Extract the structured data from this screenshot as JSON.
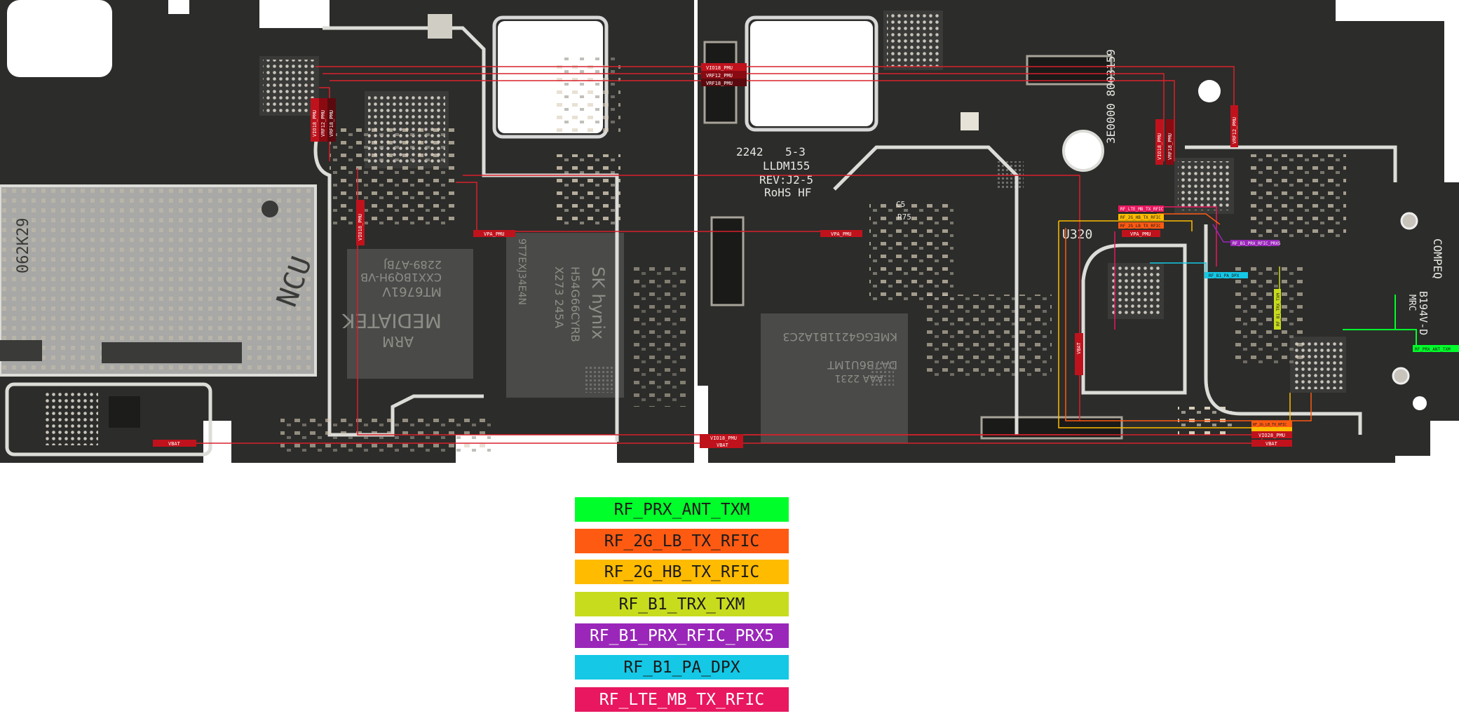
{
  "board": {
    "left_marks": {
      "code_1": "062K29",
      "code_2": "NCU",
      "cpu_brand": "MEDIATEK",
      "cpu_line1": "ARM",
      "cpu_line2": "MT6761V",
      "cpu_line3": "CXX1BQ9H-VB",
      "cpu_line4": "2289-A7BJ",
      "ram_brand": "SK hynix",
      "ram_line1": "H54G66CYRB",
      "ram_line2": "X273 245A",
      "ram_line3": "9T7EXJ34E4N"
    },
    "right_marks": {
      "board_num": "2242",
      "board_rev_num": "5-3",
      "board_name": "LLDM155",
      "board_rev": "REV:J2-5",
      "board_rohs": "RoHS HF",
      "emmc_line1": "KMEGG4211B1A2C3",
      "emmc_line2": "DA7B6U1MT",
      "emmc_line3": "AAA 2231",
      "mark_c5": "C5",
      "mark_r75": "R75",
      "mark_u320": "U320",
      "id_side": "3E0000 8003159",
      "vendor": "COMPEQ",
      "vendor_code": "B194V-D",
      "vendor_code2": "MRC"
    },
    "net_tags": {
      "vio18_pmu": "VIO18_PMU",
      "vrf12_pmu": "VRF12_PMU",
      "vrf18_pmu": "VRF18_PMU",
      "vpa_pmu": "VPA_PMU",
      "vbat": "VBAT",
      "vio28_pmu": "VIO28_PMU",
      "rf_prx_ant_txm": "RF_PRX_ANT_TXM",
      "rf_2g_lb_tx_rfic": "RF_2G_LB_TX_RFIC",
      "rf_2g_hb_tx_rfic": "RF_2G_HB_TX_RFIC",
      "rf_b1_trx_txm": "RF_B1_TRX_TXM",
      "rf_b1_prx_rfic_prx5": "RF_B1_PRX_RFIC_PRX5",
      "rf_b1_pa_dpx": "RF_B1_PA_DPX",
      "rf_lte_mb_tx_rfic": "RF_LTE_MB_TX_RFIC"
    }
  },
  "legend": [
    {
      "label": "RF_PRX_ANT_TXM",
      "color": "#00ff2a"
    },
    {
      "label": "RF_2G_LB_TX_RFIC",
      "color": "#ff5a12"
    },
    {
      "label": "RF_2G_HB_TX_RFIC",
      "color": "#ffbb00"
    },
    {
      "label": "RF_B1_TRX_TXM",
      "color": "#c8dc1e"
    },
    {
      "label": "RF_B1_PRX_RFIC_PRX5",
      "color": "#9a27b9"
    },
    {
      "label": "RF_B1_PA_DPX",
      "color": "#14c8e6"
    },
    {
      "label": "RF_LTE_MB_TX_RFIC",
      "color": "#e8175f"
    }
  ]
}
